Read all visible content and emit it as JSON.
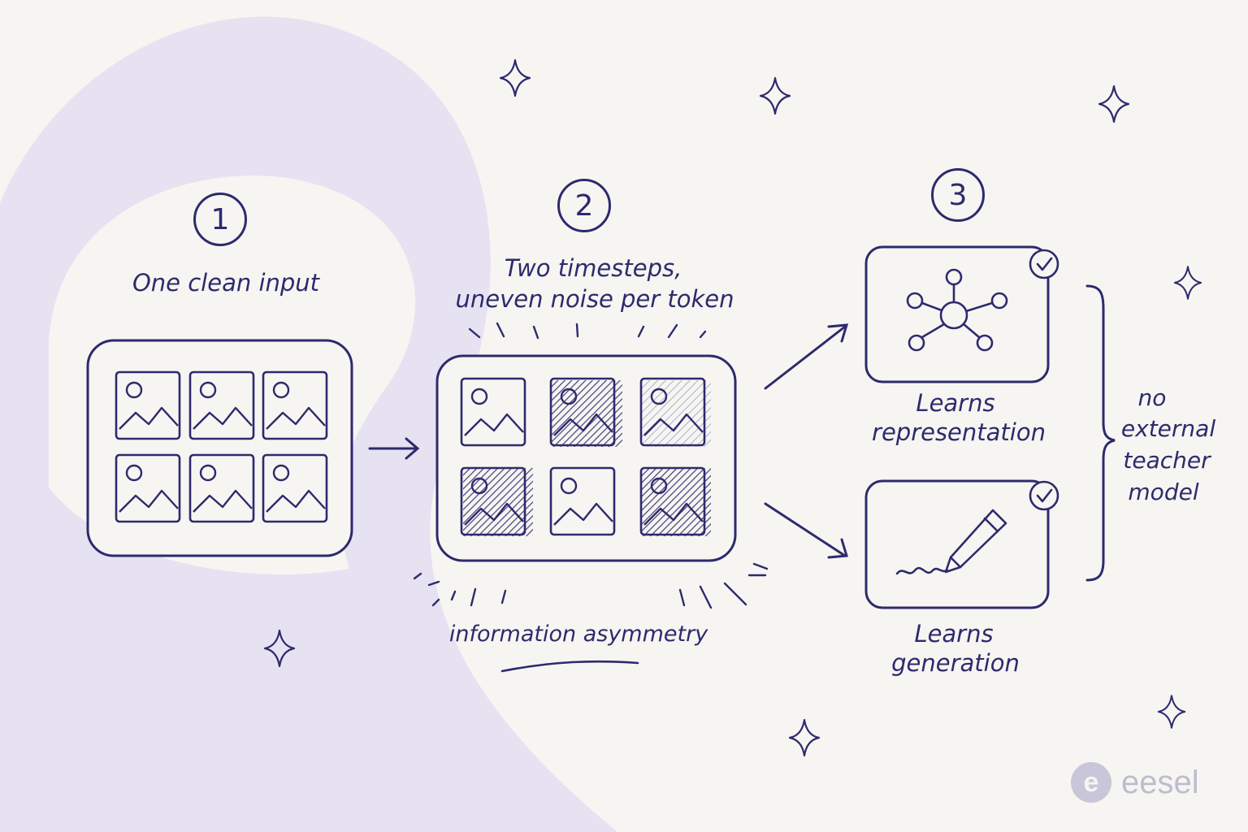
{
  "colors": {
    "background": "#f6f5f1",
    "blob": "#e6e2f2",
    "ink": "#2d2a6e",
    "brand": "#bfbcd0"
  },
  "step1": {
    "number": "1",
    "label": "One clean input"
  },
  "step2": {
    "number": "2",
    "label_line1": "Two timesteps,",
    "label_line2": "uneven noise per token",
    "caption": "information asymmetry"
  },
  "step3": {
    "number": "3",
    "representation": {
      "line1": "Learns",
      "line2": "representation",
      "icon": "network-icon"
    },
    "generation": {
      "line1": "Learns",
      "line2": "generation",
      "icon": "pencil-icon"
    }
  },
  "brace_note": {
    "line1": "no",
    "line2": "external",
    "line3": "teacher",
    "line4": "model"
  },
  "brand": {
    "name": "eesel",
    "icon_letter": "e"
  }
}
